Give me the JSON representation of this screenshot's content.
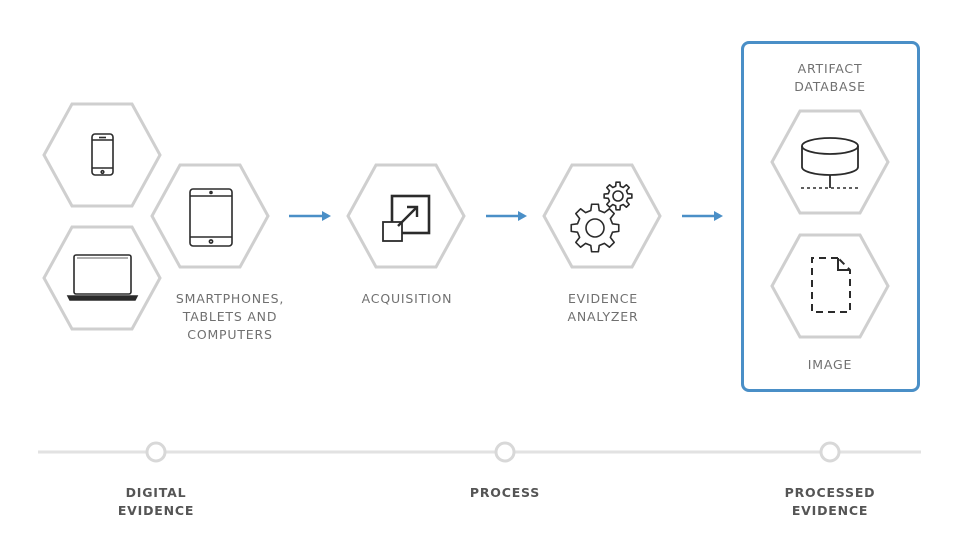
{
  "diagram": {
    "stages": {
      "devices_label": "SMARTPHONES,\nTABLETS AND\nCOMPUTERS",
      "acquisition_label": "ACQUISITION",
      "analyzer_label": "EVIDENCE\nANALYZER",
      "artifact_db_label": "ARTIFACT\nDATABASE",
      "image_label": "IMAGE"
    },
    "timeline": {
      "points": [
        {
          "label": "DIGITAL\nEVIDENCE"
        },
        {
          "label": "PROCESS"
        },
        {
          "label": "PROCESSED\nEVIDENCE"
        }
      ]
    },
    "colors": {
      "accent": "#4a8fc7",
      "hex_stroke": "#cfcfcf",
      "icon": "#2b2b2b",
      "text": "#707070"
    },
    "icons": [
      "smartphone-icon",
      "laptop-icon",
      "tablet-icon",
      "acquisition-icon",
      "gears-icon",
      "database-icon",
      "file-image-icon"
    ]
  }
}
